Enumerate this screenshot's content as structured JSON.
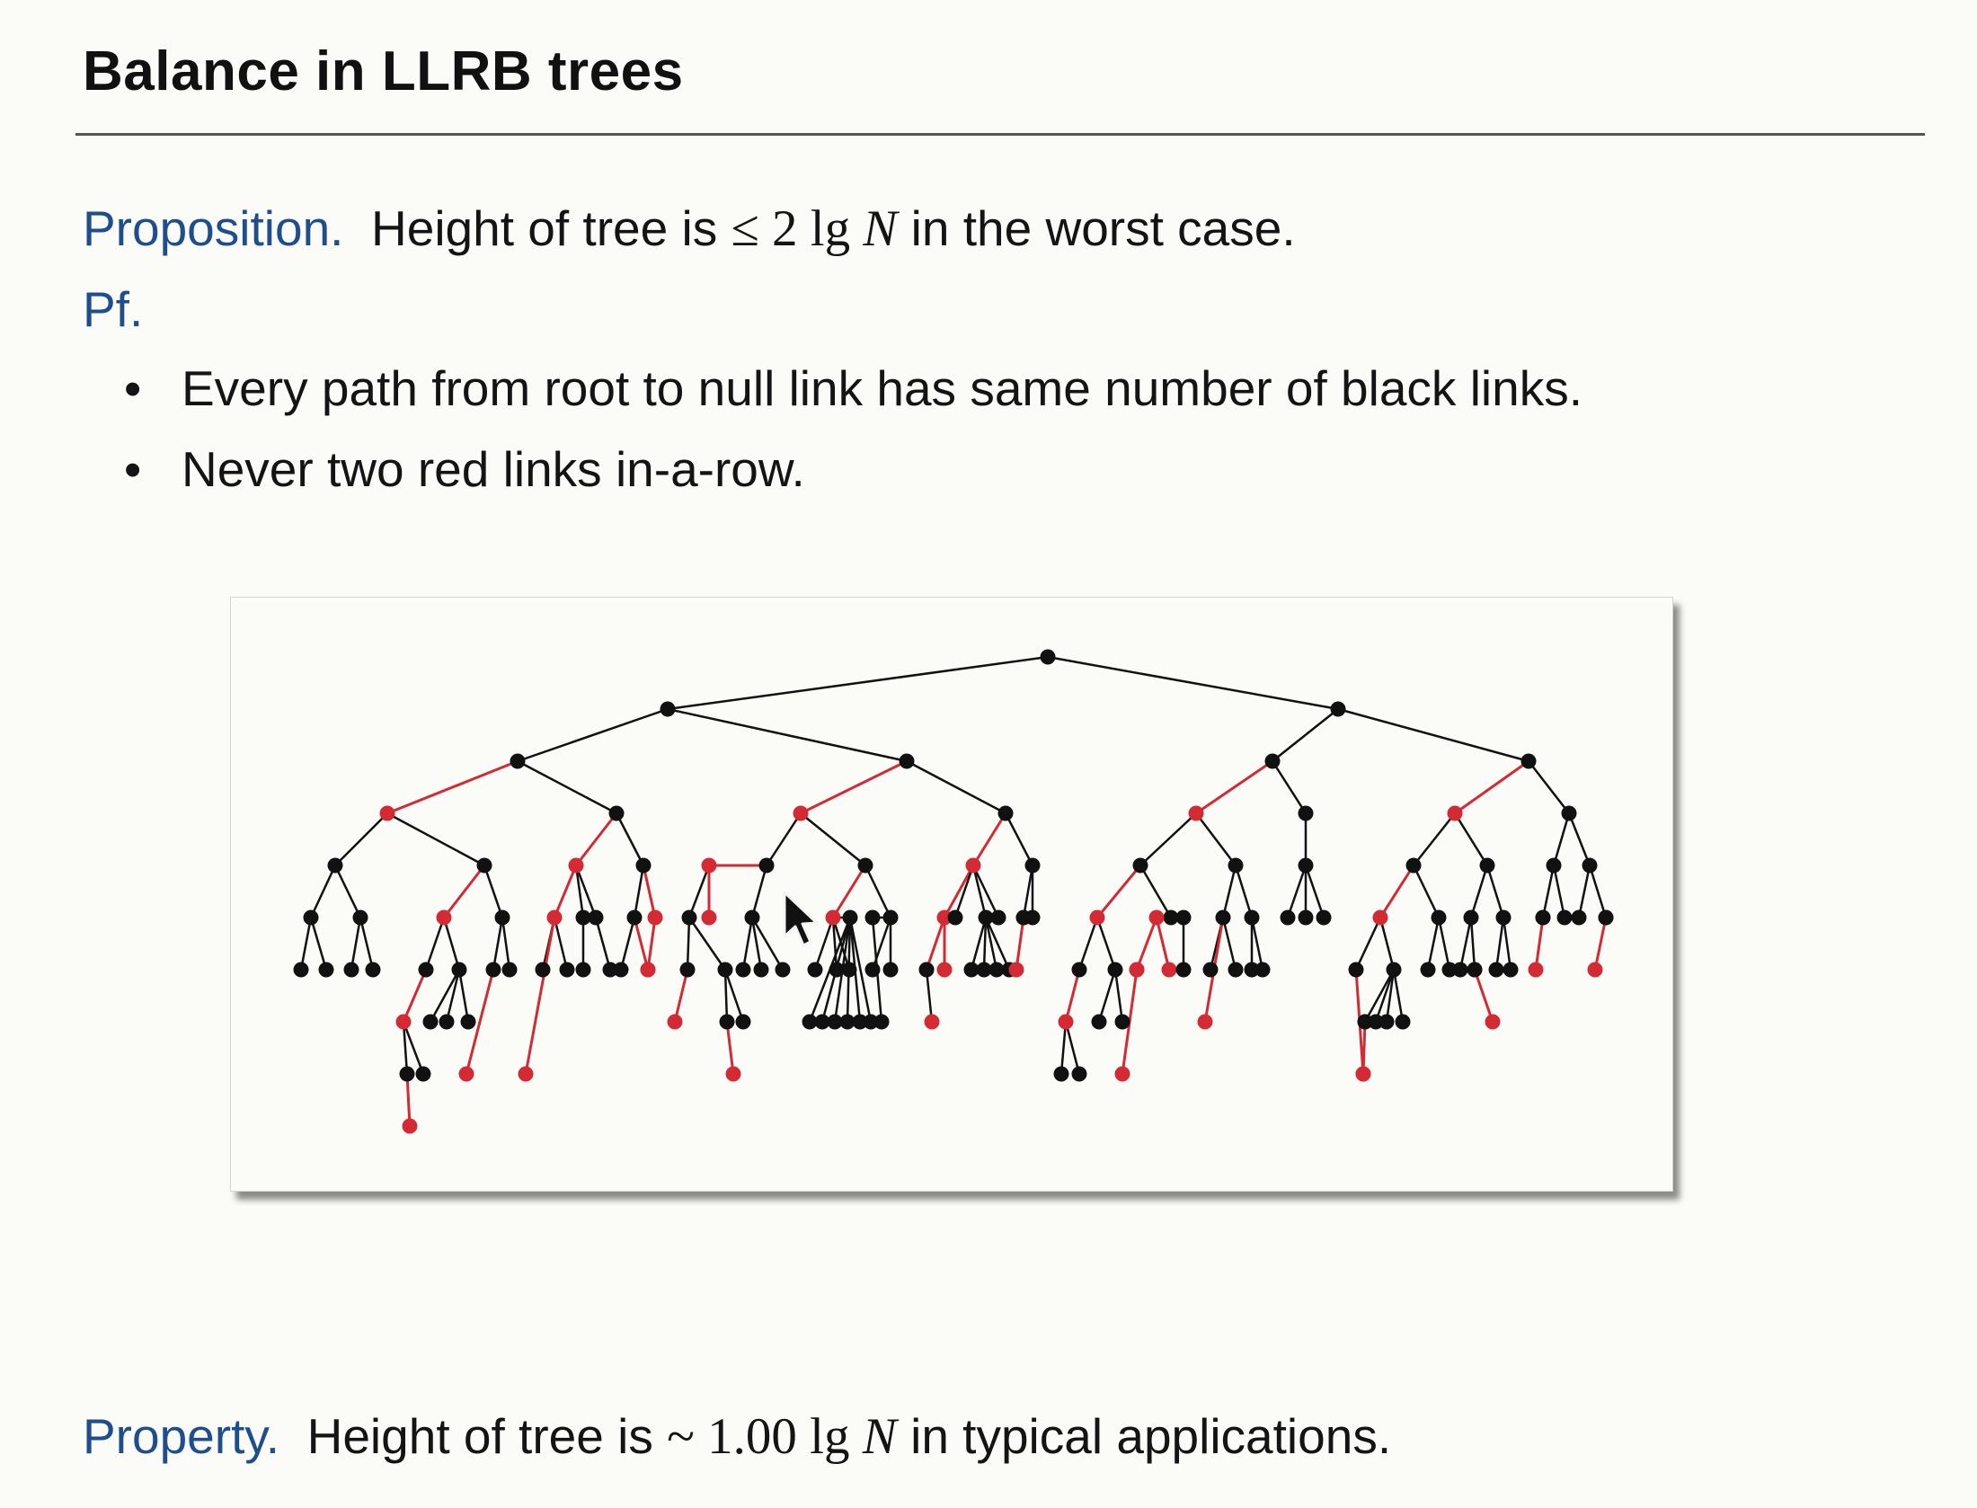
{
  "slide": {
    "title": "Balance in LLRB trees"
  },
  "proposition": {
    "label": "Proposition.",
    "text_before": "Height of tree is ",
    "math_leq": "≤ 2 lg ",
    "math_var": "N",
    "text_after": " in the worst case."
  },
  "proof": {
    "label": "Pf.",
    "bullets": [
      "Every path from root to null link has same number of black links.",
      "Never two red links in-a-row."
    ]
  },
  "property": {
    "label": "Property.",
    "text_before": "Height of tree is ",
    "math_approx": "~ 1.00 lg ",
    "math_var": "N",
    "text_after": " in typical applications."
  },
  "figure": {
    "link_colors": {
      "black": "#111111",
      "red": "#d42a33"
    }
  }
}
